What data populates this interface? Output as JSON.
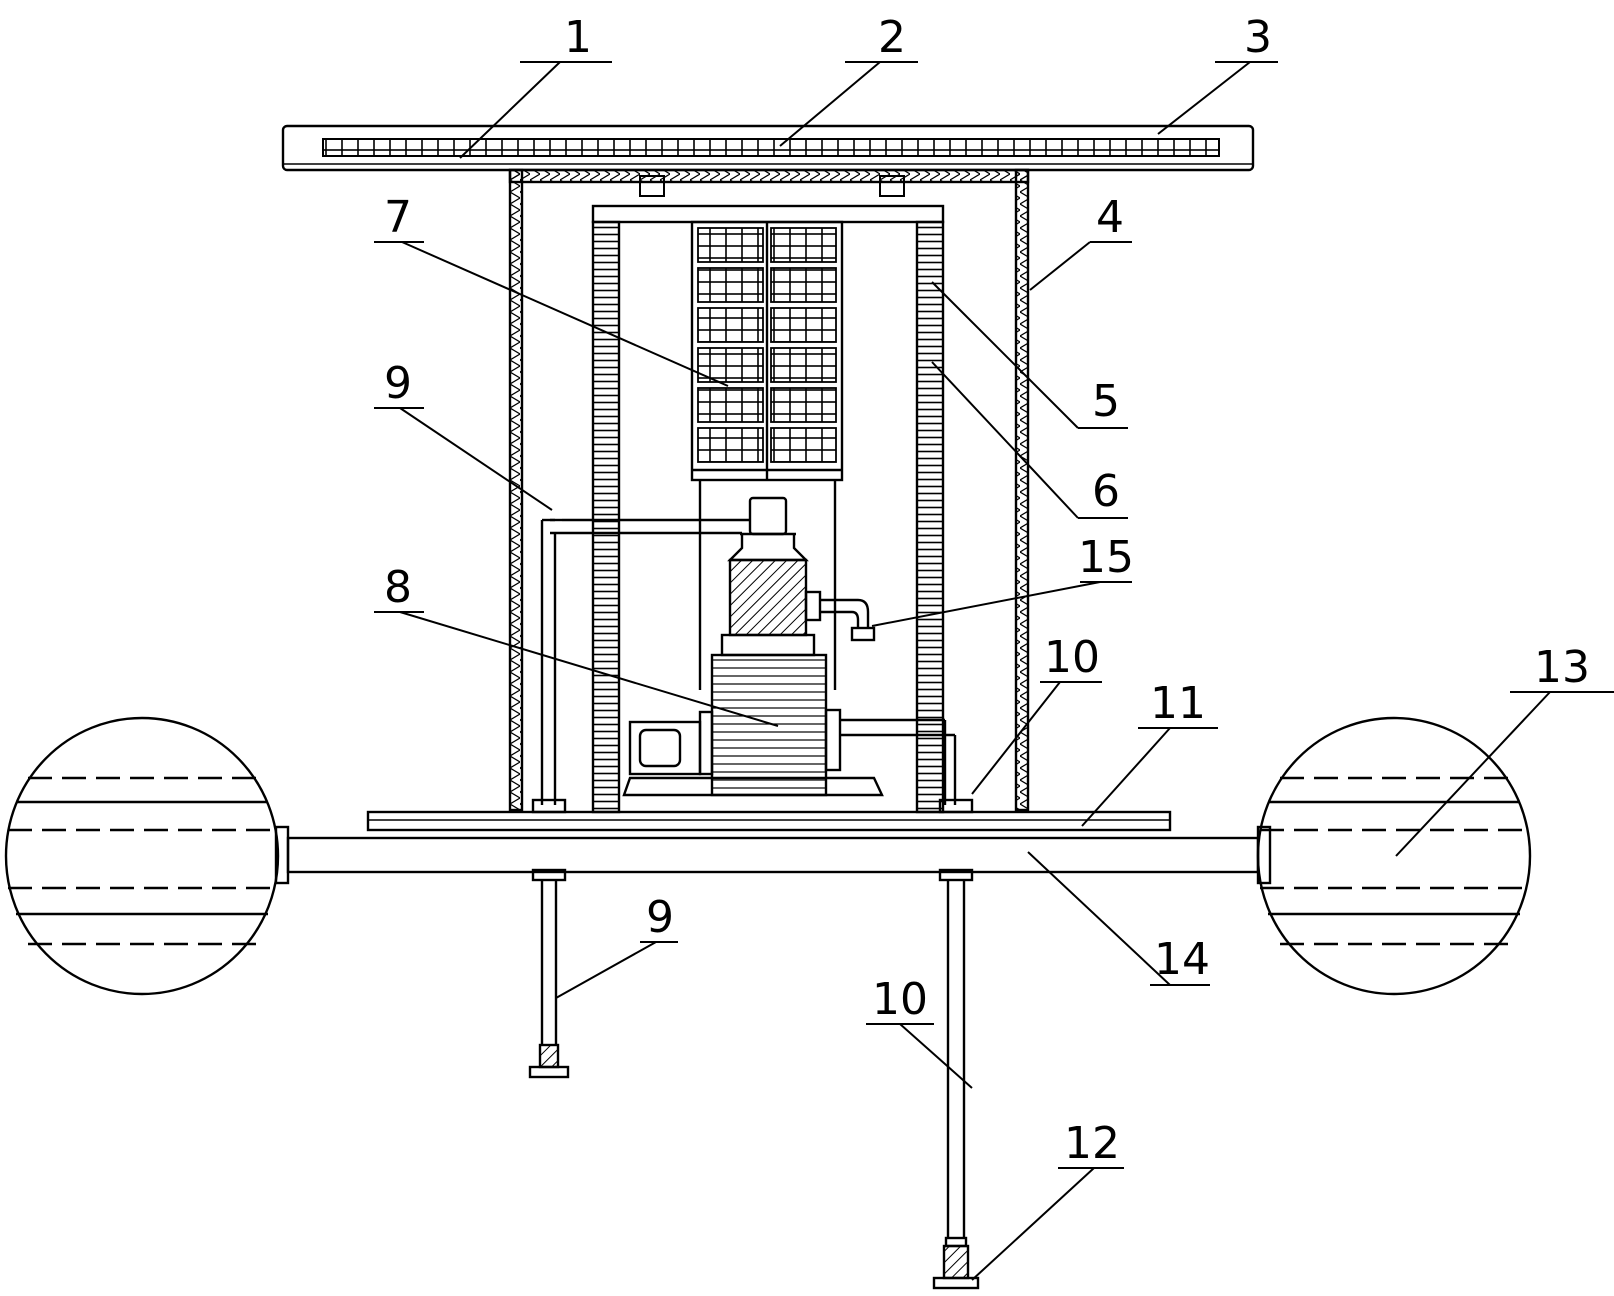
{
  "labels": {
    "l1": "1",
    "l2": "2",
    "l3": "3",
    "l4": "4",
    "l5": "5",
    "l6": "6",
    "l7": "7",
    "l8": "8",
    "l9a": "9",
    "l9b": "9",
    "l10a": "10",
    "l10b": "10",
    "l11": "11",
    "l12": "12",
    "l13": "13",
    "l14": "14",
    "l15": "15"
  },
  "colors": {
    "line": "#000000",
    "background": "#ffffff"
  }
}
